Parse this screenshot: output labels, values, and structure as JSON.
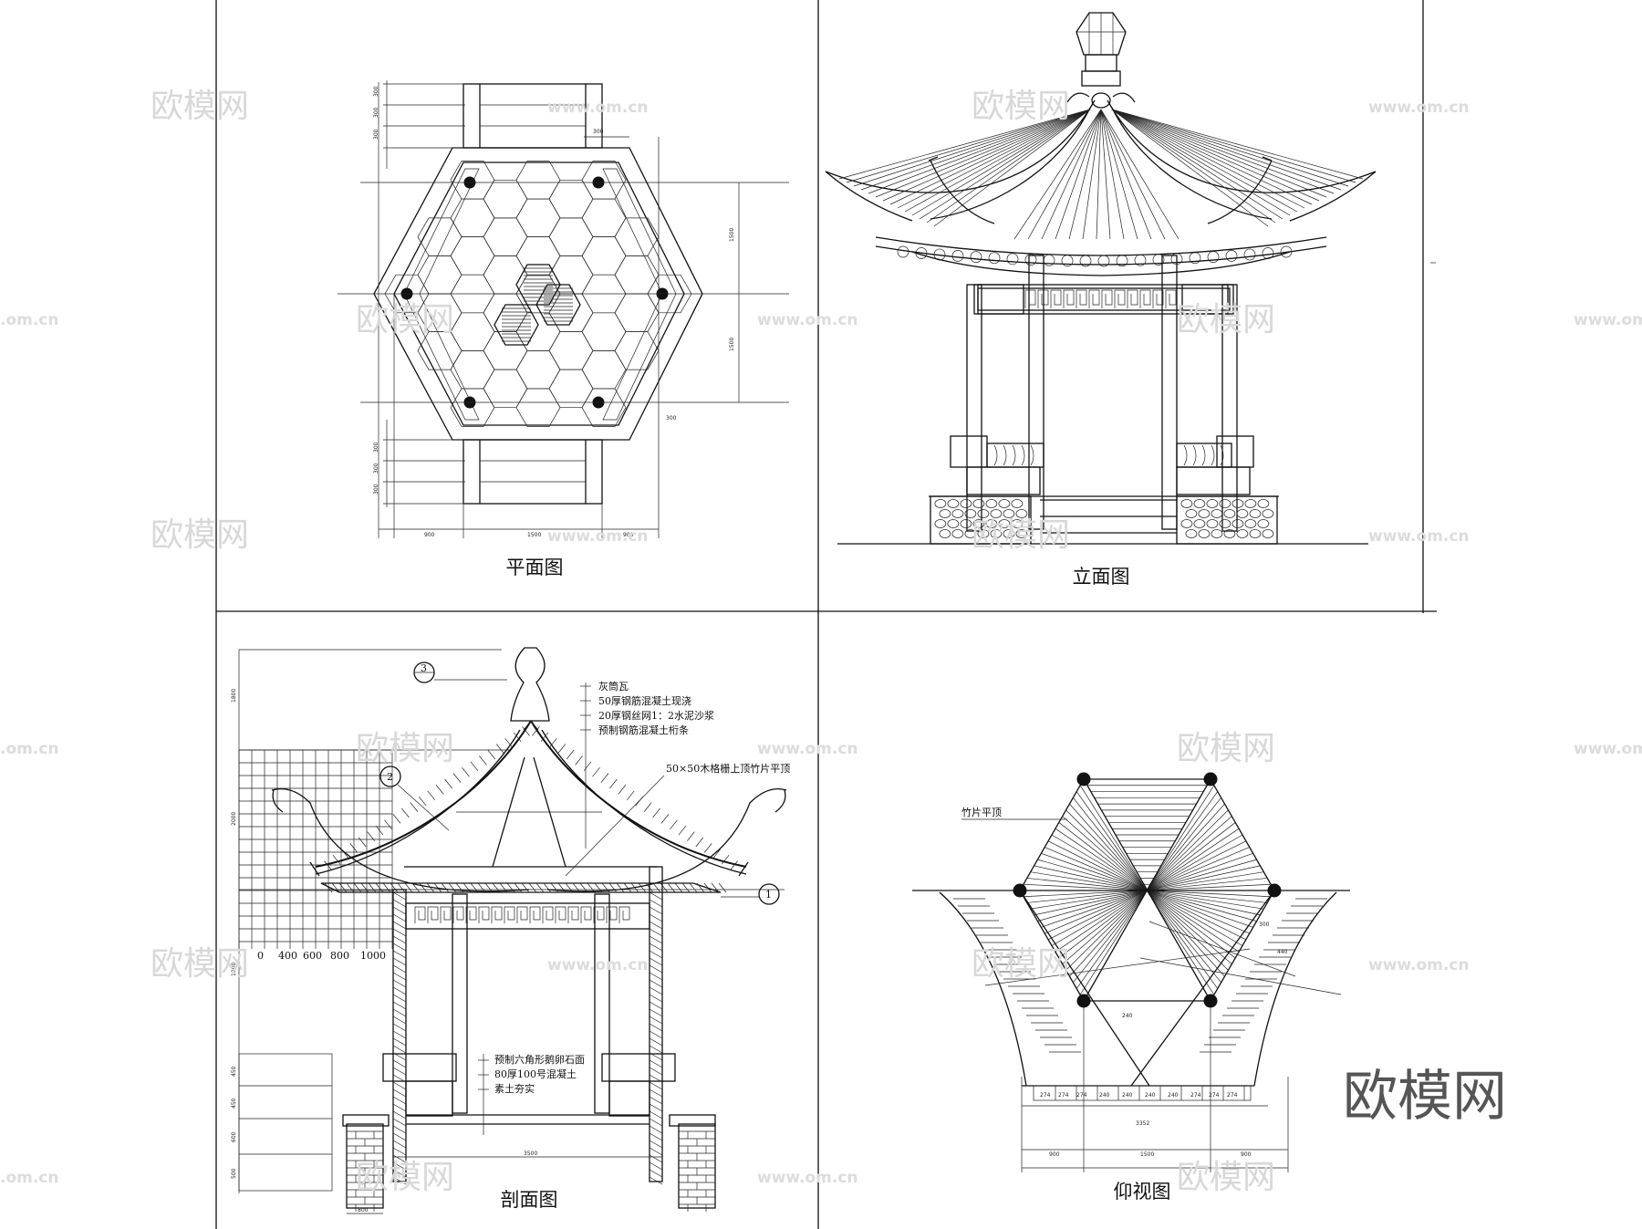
{
  "panels": {
    "plan": {
      "title": "平面图",
      "dims": [
        "300",
        "300",
        "300",
        "300",
        "1500",
        "1500",
        "300",
        "300",
        "300",
        "300",
        "900",
        "1500",
        "900"
      ]
    },
    "elevation": {
      "title": "立面图"
    },
    "section": {
      "title": "剖面图",
      "callouts": [
        "3",
        "2",
        "1"
      ],
      "roof_notes": [
        "灰筒瓦",
        "50厚钢筋混凝土现浇",
        "20厚钢丝网1：2水泥沙浆",
        "预制钢筋混凝土桁条"
      ],
      "ceiling_note": "50×50木格栅上顶竹片平顶",
      "floor_notes": [
        "预制六角形鹅卵石面",
        "80厚100号混凝土",
        "素土夯实"
      ],
      "scale": [
        "0",
        "400",
        "600",
        "800",
        "1000"
      ],
      "dims": [
        "1800",
        "2000",
        "1000",
        "450",
        "450",
        "600",
        "500",
        "3500",
        "800"
      ]
    },
    "ceiling": {
      "title": "仰视图",
      "label": "竹片平顶",
      "dims": [
        "274",
        "274",
        "274",
        "240",
        "240",
        "240",
        "240",
        "274",
        "274",
        "274",
        "3352",
        "900",
        "1500",
        "900",
        "300",
        "440",
        "240"
      ]
    }
  },
  "watermark": {
    "brand": "欧模网",
    "url": "www.om.cn",
    "url_left": ".om.cn"
  }
}
